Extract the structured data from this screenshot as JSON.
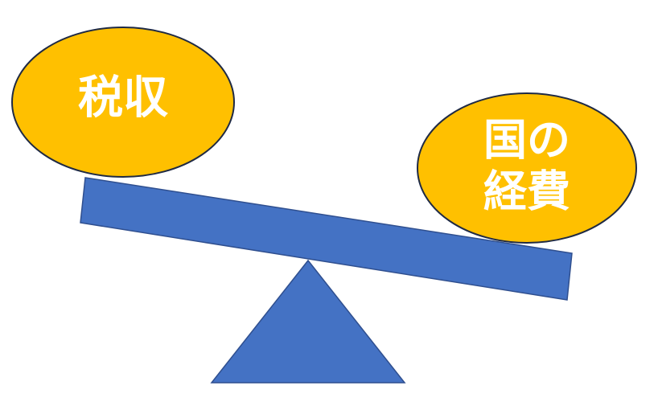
{
  "diagram": {
    "left_weight": {
      "lines": [
        "税収"
      ]
    },
    "right_weight": {
      "lines": [
        "国の",
        "経費"
      ]
    },
    "colors": {
      "weight_fill": "#FFC000",
      "weight_stroke": "#1F2A44",
      "beam_fill": "#4472C4",
      "beam_stroke": "#2F4F8F",
      "fulcrum_fill": "#4472C4",
      "fulcrum_stroke": "#2F4F8F",
      "label_text": "#FFFFFF"
    },
    "state": "right side heavier (beam tilted down to the right)"
  }
}
